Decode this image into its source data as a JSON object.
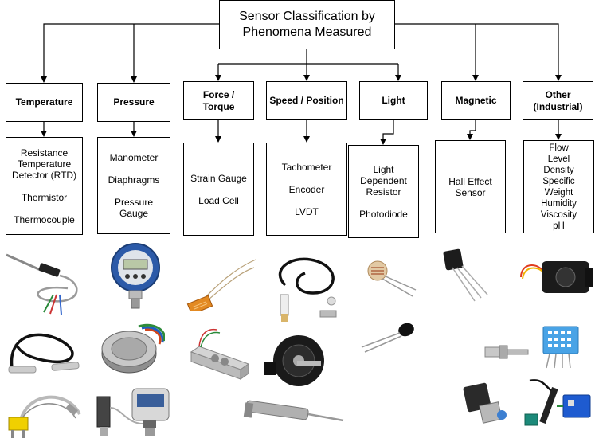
{
  "title": {
    "line1": "Sensor Classification by",
    "line2": "Phenomena Measured"
  },
  "categories": [
    {
      "label": "Temperature",
      "items": [
        [
          "Resistance",
          "Temperature",
          "Detector (RTD)"
        ],
        [
          "Thermistor"
        ],
        [
          "Thermocouple"
        ]
      ],
      "photos": [
        "rtd-probe-photo",
        "thermistor-cable-photo",
        "thermocouple-photo"
      ]
    },
    {
      "label": "Pressure",
      "items": [
        [
          "Manometer"
        ],
        [
          "Diaphragms"
        ],
        [
          "Pressure",
          "Gauge"
        ]
      ],
      "photos": [
        "digital-manometer-photo",
        "diaphragm-sensor-photo",
        "pressure-gauge-photo"
      ]
    },
    {
      "label": "Force / Torque",
      "items": [
        [
          "Strain Gauge"
        ],
        [
          "Load Cell"
        ]
      ],
      "photos": [
        "strain-gauge-photo",
        "load-cell-photo"
      ]
    },
    {
      "label": "Speed / Position",
      "items": [
        [
          "Tachometer"
        ],
        [
          "Encoder"
        ],
        [
          "LVDT"
        ]
      ],
      "photos": [
        "tachometer-sensor-photo",
        "rotary-encoder-photo",
        "lvdt-photo"
      ]
    },
    {
      "label": "Light",
      "items": [
        [
          "Light",
          "Dependent",
          "Resistor"
        ],
        [
          "Photodiode"
        ]
      ],
      "photos": [
        "ldr-photo",
        "photodiode-photo"
      ]
    },
    {
      "label": "Magnetic",
      "items": [
        [
          "Hall Effect",
          "Sensor"
        ]
      ],
      "photos": [
        "hall-effect-sensor-photo"
      ]
    },
    {
      "label_lines": [
        "Other",
        "(Industrial)"
      ],
      "items": [
        [
          "Flow"
        ],
        [
          "Level"
        ],
        [
          "Density"
        ],
        [
          "Specific Weight"
        ],
        [
          "Humidity"
        ],
        [
          "Viscosity"
        ],
        [
          "pH"
        ]
      ],
      "photos": [
        "flow-sensor-photo",
        "humidity-sensor-photo",
        "level-probe-photo",
        "ph-sensor-photo",
        "density-transmitter-photo"
      ]
    }
  ]
}
